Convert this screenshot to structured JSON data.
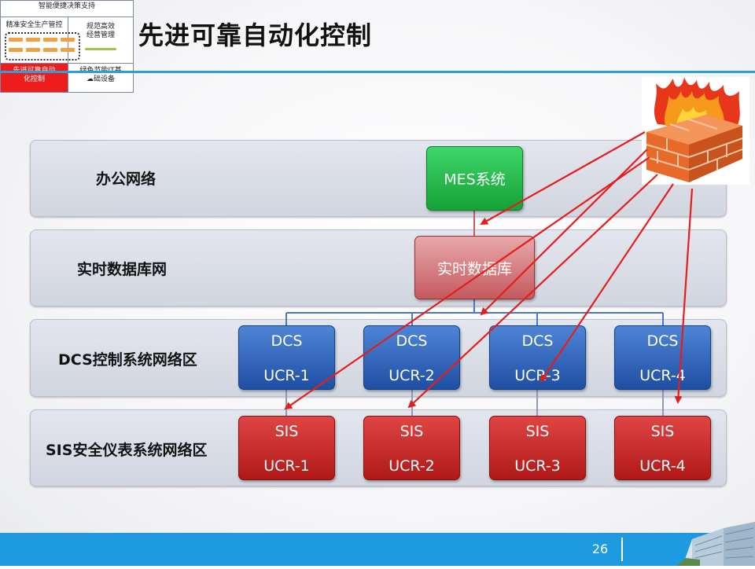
{
  "header": {
    "title": "先进可靠自动化控制",
    "nav_top": "智能便捷决策支持",
    "nav_cell1": "精准安全生产管控",
    "nav_cell2_a": "规范高效",
    "nav_cell2_b": "经营管理",
    "nav_cell3_a": "先进可靠自动",
    "nav_cell3_b": "化控制",
    "nav_cell4_a": "绿色节能IT基",
    "nav_cell4_b": "础设备"
  },
  "layers": {
    "office": "办公网络",
    "rtdb": "实时数据库网",
    "dcs": "DCS控制系统网络区",
    "sis": "SIS安全仪表系统网络区"
  },
  "nodes": {
    "mes": "MES系统",
    "rtdb": "实时数据库",
    "dcs": [
      {
        "l1": "DCS",
        "l2": "UCR-1"
      },
      {
        "l1": "DCS",
        "l2": "UCR-2"
      },
      {
        "l1": "DCS",
        "l2": "UCR-3"
      },
      {
        "l1": "DCS",
        "l2": "UCR-4"
      }
    ],
    "sis": [
      {
        "l1": "SIS",
        "l2": "UCR-1"
      },
      {
        "l1": "SIS",
        "l2": "UCR-2"
      },
      {
        "l1": "SIS",
        "l2": "UCR-3"
      },
      {
        "l1": "SIS",
        "l2": "UCR-4"
      }
    ]
  },
  "colors": {
    "accent_blue": "#1e9be0",
    "arrow_red": "#e41e1e",
    "connector": "#4a78c0"
  },
  "icons": [
    "firewall-icon",
    "cloud-icon",
    "building-photo"
  ],
  "footer": {
    "page_number": "26"
  }
}
